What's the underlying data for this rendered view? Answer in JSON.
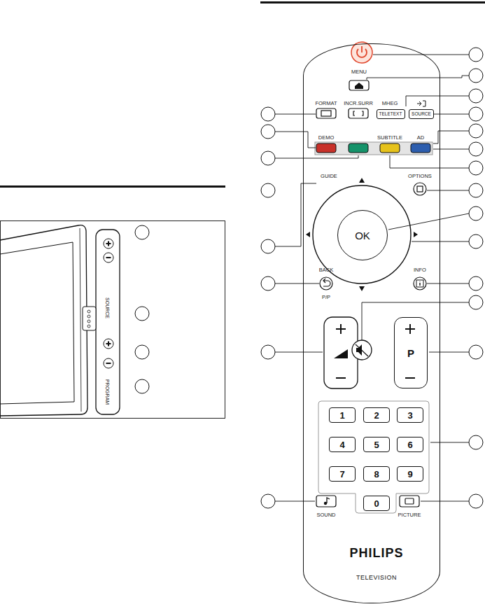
{
  "diagram": {
    "nodes": [
      {
        "text": [
          "PHILIPS",
          "TELEVISION"
        ]
      },
      {
        "text": [
          "TELETEXT"
        ],
        "in": 0
      },
      {
        "text": [
          "SOURCE"
        ],
        "in": 0
      },
      {
        "text": [
          "OK"
        ],
        "in": 0
      },
      {
        "text": [
          "P"
        ],
        "in": 0
      },
      {
        "text": [
          "1"
        ],
        "in": 0
      },
      {
        "text": [
          "2"
        ],
        "in": 0
      },
      {
        "text": [
          "3"
        ],
        "in": 0
      },
      {
        "text": [
          "4"
        ],
        "in": 0
      },
      {
        "text": [
          "5"
        ],
        "in": 0
      },
      {
        "text": [
          "6"
        ],
        "in": 0
      },
      {
        "text": [
          "7"
        ],
        "in": 0
      },
      {
        "text": [
          "8"
        ],
        "in": 0
      },
      {
        "text": [
          "9"
        ],
        "in": 0
      },
      {
        "text": [
          "0"
        ],
        "in": 0
      }
    ],
    "labels": [
      "MENU",
      "FORMAT",
      "INCR.SURR",
      "MHEG",
      "DEMO",
      "SUBTITLE",
      "AD",
      "GUIDE",
      "OPTIONS",
      "BACK",
      "INFO",
      "P/P",
      "SOUND",
      "PICTURE",
      "SOURCE",
      "PROGRAM"
    ]
  }
}
